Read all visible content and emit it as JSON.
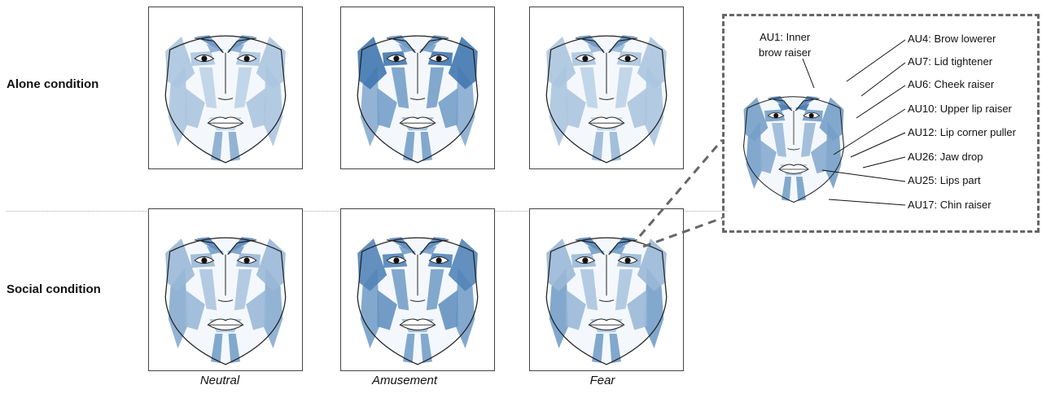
{
  "rows": [
    {
      "label": "Alone condition"
    },
    {
      "label": "Social condition"
    }
  ],
  "columns": [
    {
      "label": "Neutral"
    },
    {
      "label": "Amusement"
    },
    {
      "label": "Fear"
    }
  ],
  "colors": {
    "light": "#c6def2",
    "mid": "#90bde3",
    "dark": "#3d81c5",
    "darker": "#2f6aa8"
  },
  "faces": [
    {
      "condition": "Alone condition",
      "emotion": "Neutral",
      "au_intensity": {
        "AU1": 0.7,
        "AU4": 0.5,
        "AU6": 0.3,
        "AU7": 0.3,
        "AU10": 0.2,
        "AU12": 0.3,
        "AU17": 0.5,
        "AU25": 0.2,
        "AU26": 0.3
      }
    },
    {
      "condition": "Alone condition",
      "emotion": "Amusement",
      "au_intensity": {
        "AU1": 0.7,
        "AU4": 0.6,
        "AU6": 0.9,
        "AU7": 0.9,
        "AU10": 0.6,
        "AU12": 0.6,
        "AU17": 0.6,
        "AU25": 0.4,
        "AU26": 0.5
      }
    },
    {
      "condition": "Alone condition",
      "emotion": "Fear",
      "au_intensity": {
        "AU1": 0.7,
        "AU4": 0.4,
        "AU6": 0.3,
        "AU7": 0.3,
        "AU10": 0.2,
        "AU12": 0.3,
        "AU17": 0.4,
        "AU25": 0.2,
        "AU26": 0.3
      }
    },
    {
      "condition": "Social condition",
      "emotion": "Neutral",
      "au_intensity": {
        "AU1": 0.8,
        "AU4": 0.6,
        "AU6": 0.4,
        "AU7": 0.4,
        "AU10": 0.3,
        "AU12": 0.4,
        "AU17": 0.6,
        "AU25": 0.3,
        "AU26": 0.5
      }
    },
    {
      "condition": "Social condition",
      "emotion": "Amusement",
      "au_intensity": {
        "AU1": 0.8,
        "AU4": 0.6,
        "AU6": 0.8,
        "AU7": 0.8,
        "AU10": 0.6,
        "AU12": 0.7,
        "AU17": 0.6,
        "AU25": 0.4,
        "AU26": 0.6
      }
    },
    {
      "condition": "Social condition",
      "emotion": "Fear",
      "au_intensity": {
        "AU1": 0.8,
        "AU4": 0.6,
        "AU6": 0.4,
        "AU7": 0.4,
        "AU10": 0.3,
        "AU12": 0.4,
        "AU17": 0.6,
        "AU25": 0.3,
        "AU26": 0.6
      }
    }
  ],
  "legend": {
    "units": [
      {
        "id": "AU1",
        "label": "AU1: Inner\nbrow raiser"
      },
      {
        "id": "AU4",
        "label": "AU4:  Brow lowerer"
      },
      {
        "id": "AU7",
        "label": "AU7:  Lid tightener"
      },
      {
        "id": "AU6",
        "label": "AU6:  Cheek raiser"
      },
      {
        "id": "AU10",
        "label": "AU10: Upper lip raiser"
      },
      {
        "id": "AU12",
        "label": "AU12: Lip corner puller"
      },
      {
        "id": "AU26",
        "label": "AU26: Jaw drop"
      },
      {
        "id": "AU25",
        "label": "AU25: Lips part"
      },
      {
        "id": "AU17",
        "label": "AU17: Chin raiser"
      }
    ]
  }
}
